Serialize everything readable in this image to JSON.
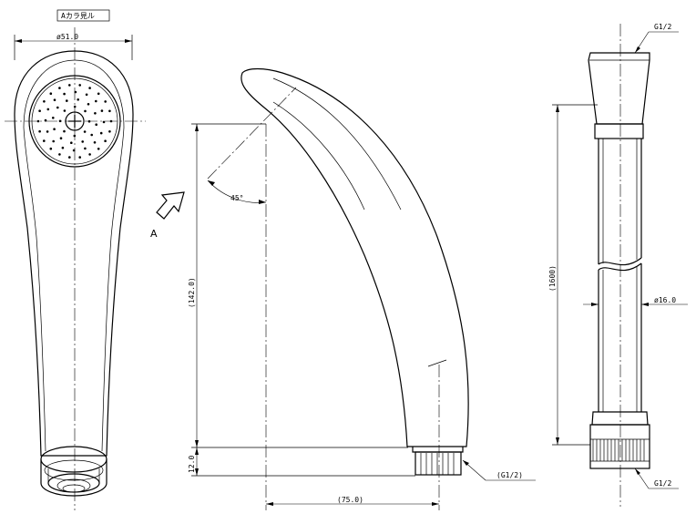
{
  "view_label": "Aカラ見ル",
  "arrow_label": "A",
  "dimensions": {
    "head_diameter": "ø51.0",
    "handle_length": "(142.0)",
    "connector_length": "12.0",
    "offset": "(75.0)",
    "angle": "45°",
    "thread_side": "(G1/2)",
    "hose_length": "(1600)",
    "hose_diameter": "ø16.0",
    "hose_thread_top": "G1/2",
    "hose_thread_bottom": "G1/2"
  }
}
